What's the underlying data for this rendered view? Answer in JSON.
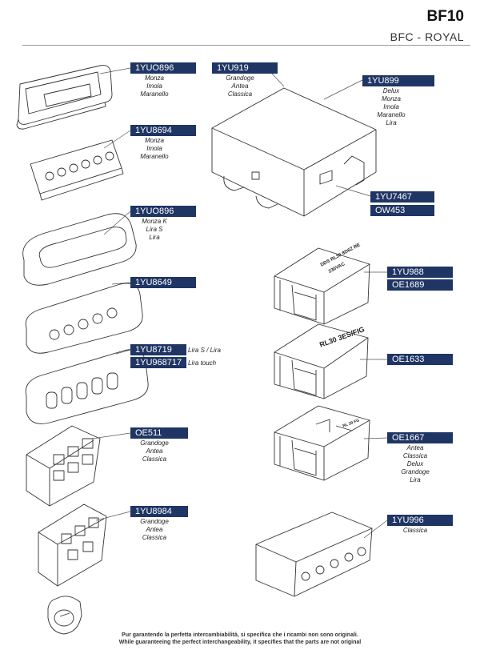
{
  "header": {
    "title": "BF10",
    "subtitle": "BFC - ROYAL"
  },
  "parts": [
    {
      "code": "1YUO896",
      "models": [
        "Monza",
        "Imola",
        "Maranello"
      ]
    },
    {
      "code": "1YU8694",
      "models": [
        "Monza",
        "Imola",
        "Maranello"
      ]
    },
    {
      "code": "1YUO896",
      "models": [
        "Monza K",
        "Lira S",
        "Lira"
      ]
    },
    {
      "code": "1YU8649",
      "models": []
    },
    {
      "code": "1YU8719",
      "note": "Lira S / Lira"
    },
    {
      "code": "1YU968717",
      "note": "Lira touch"
    },
    {
      "code": "OE511",
      "models": [
        "Grandoge",
        "Antea",
        "Classica"
      ]
    },
    {
      "code": "1YU8984",
      "models": [
        "Grandoge",
        "Antea",
        "Classica"
      ]
    },
    {
      "code": "1YU919",
      "models": [
        "Grandoge",
        "Antea",
        "Classica"
      ]
    },
    {
      "code": "1YU899",
      "models": [
        "Delux",
        "Monza",
        "Imola",
        "Maranello",
        "Lira"
      ]
    },
    {
      "code": "1YU7467"
    },
    {
      "code": "OW453"
    },
    {
      "code": "1YU988"
    },
    {
      "code": "OE1689"
    },
    {
      "code": "OE1633"
    },
    {
      "code": "OE1667",
      "models": [
        "Antea",
        "Classica",
        "Delux",
        "Grandoge",
        "Lira"
      ]
    },
    {
      "code": "1YU996",
      "models": [
        "Classica"
      ]
    }
  ],
  "relay_labels": [
    "DDS RL30 8D6Z RE",
    "230VAC",
    "RL30 3ES/FIG",
    "RL 30 FG"
  ],
  "footer": {
    "it": "Pur garantendo la perfetta intercambiabilità, si specifica che i ricambi non sono originali.",
    "en": "While guaranteeing the perfect interchangeability, it specifies that the parts are not original"
  },
  "colors": {
    "label_bg": "#1f3564",
    "label_text": "#ffffff"
  }
}
